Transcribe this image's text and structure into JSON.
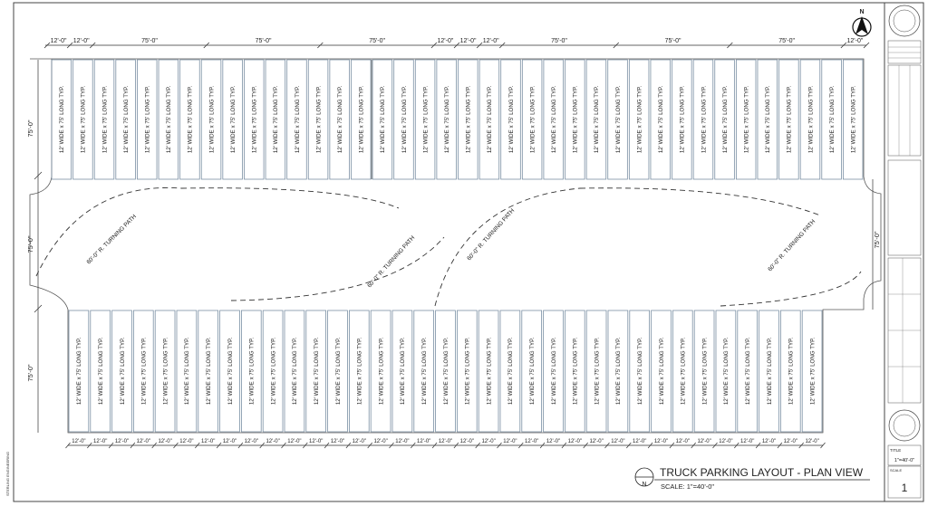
{
  "drawing": {
    "title": "TRUCK PARKING LAYOUT - PLAN VIEW",
    "scale_note": "SCALE: 1\"=40'-0\"",
    "view_symbol_letter": "N"
  },
  "north_arrow": {
    "letter": "N"
  },
  "stall_label": "12' WIDE x 75' LONG TYP.",
  "turning_path_label": "60'-0\" R. TURNING PATH",
  "top_row": {
    "stall_count": 38,
    "dimensions": [
      "12'-0\"",
      "12'-0\"",
      "75'-0\"",
      "75'-0\"",
      "75'-0\"",
      "12'-0\"",
      "12'-0\"",
      "12'-0\"",
      "75'-0\"",
      "75'-0\"",
      "75'-0\"",
      "12'-0\""
    ]
  },
  "bottom_row": {
    "stall_count": 35,
    "dimension": "12'-0\""
  },
  "side_dimensions": {
    "left_top": "75'-0\"",
    "left_mid": "75'-0\"",
    "left_bottom": "75'-0\"",
    "right_mid": "75'-0\""
  },
  "left_margin_note": "STERLING ENGINEERING",
  "title_block": {
    "sheet_title_label": "TITLE",
    "sheet_title_value": "1\"=40'-0\"",
    "scale_label": "SCALE",
    "sheet_number": "1"
  }
}
